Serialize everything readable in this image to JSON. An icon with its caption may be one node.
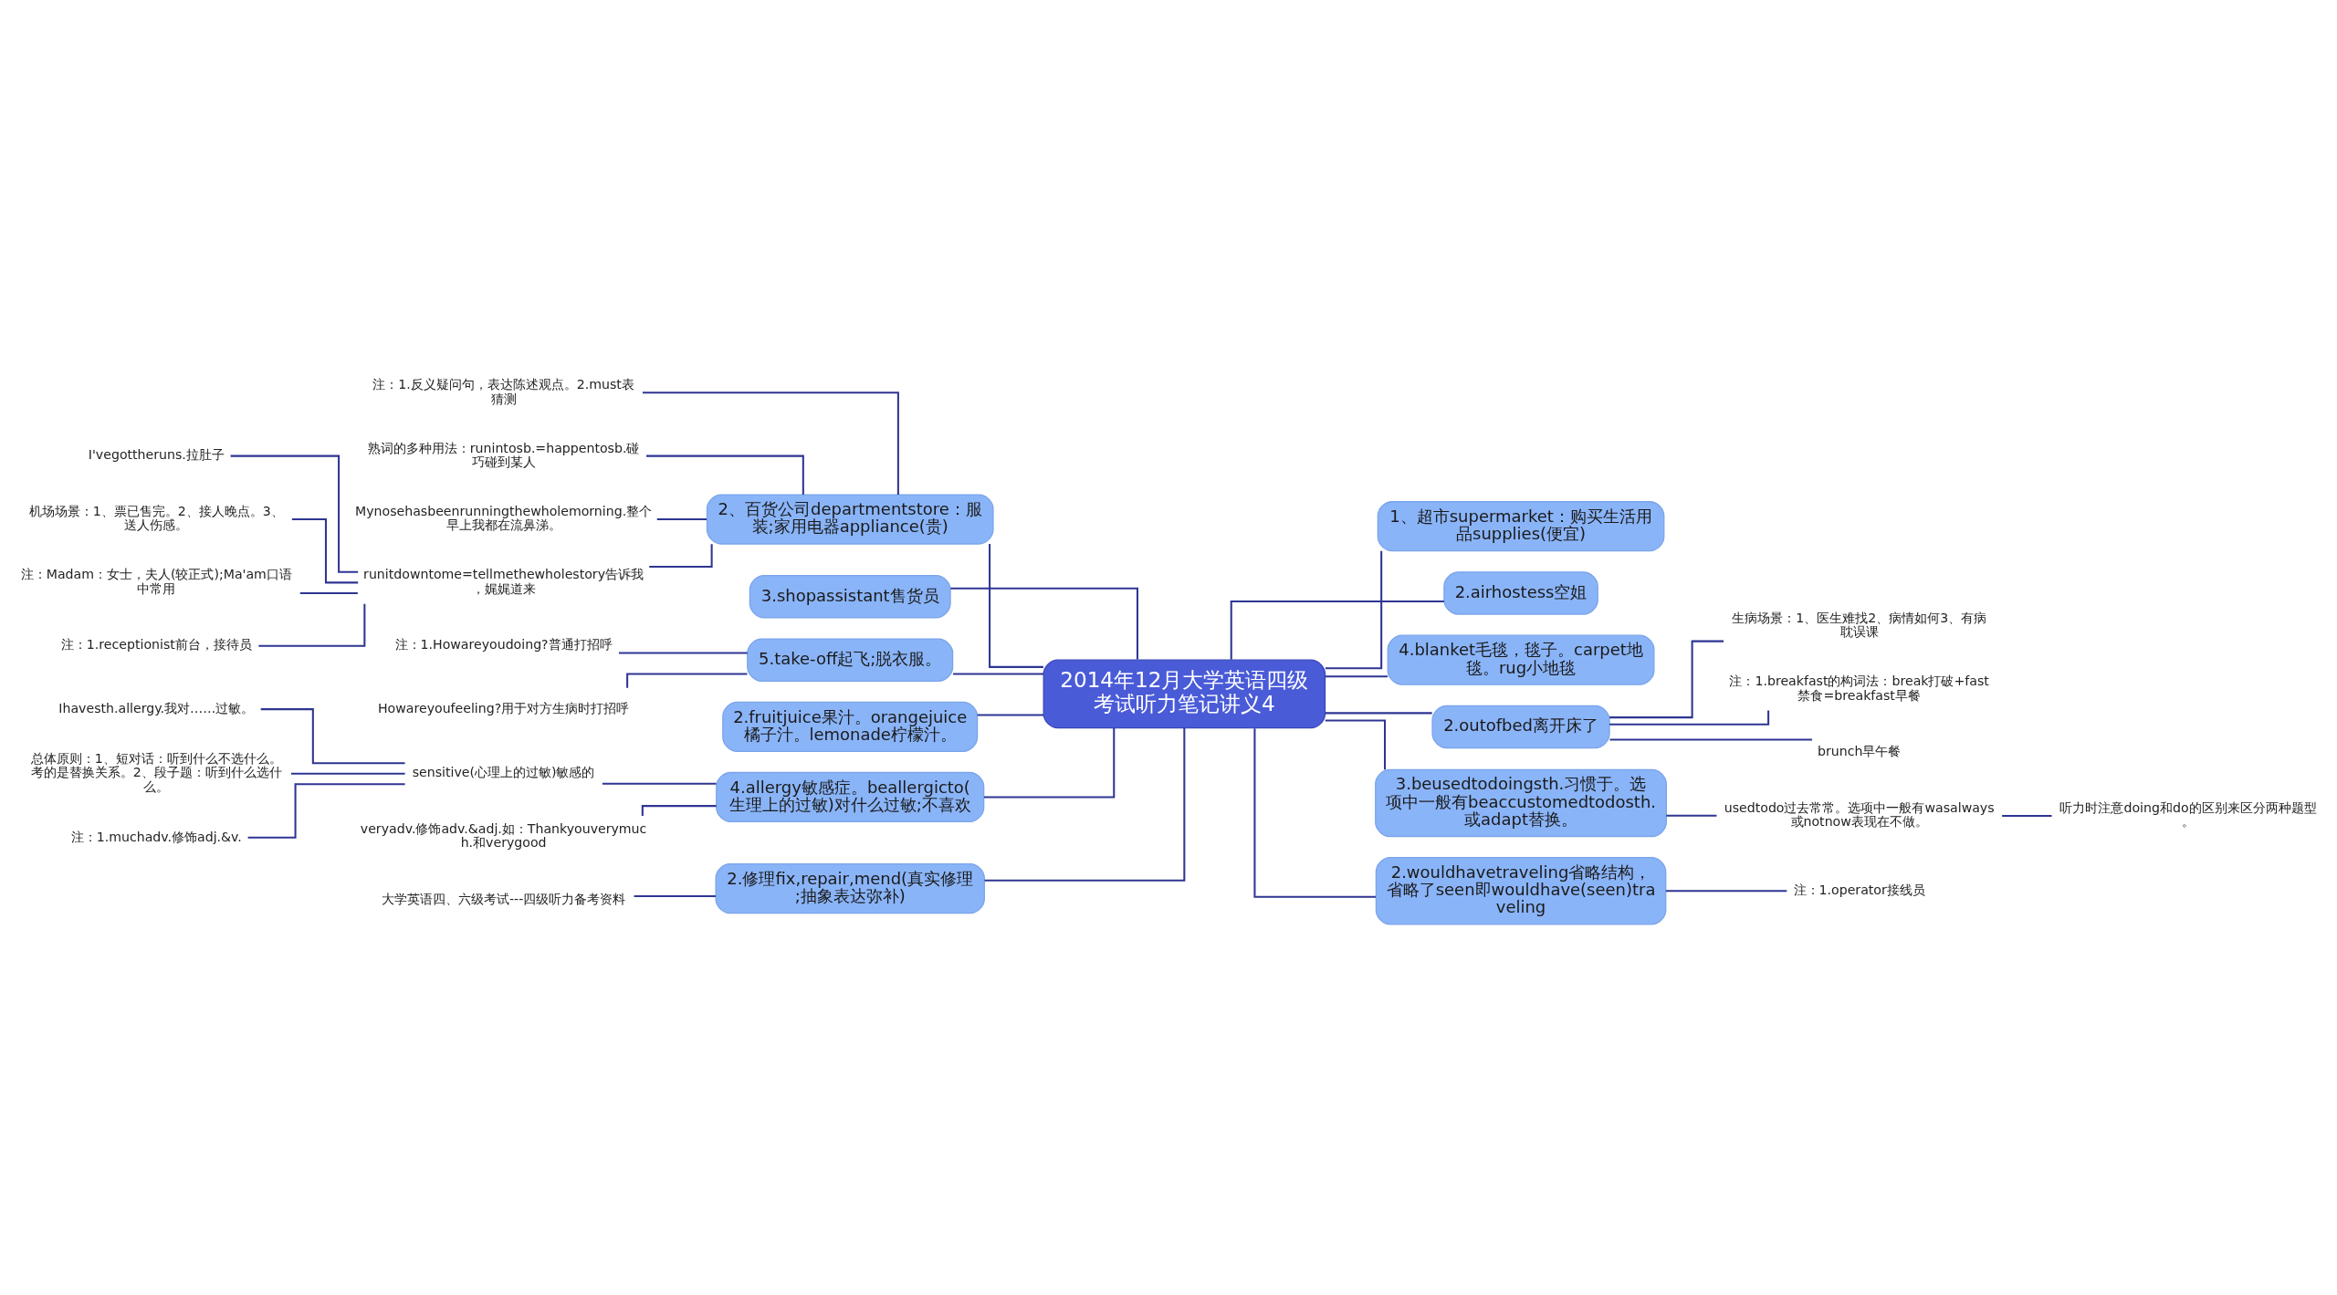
{
  "diagram": {
    "nodes": [
      {
        "text": [
          "2014年12月大学英语四级考试听力笔记讲义4"
        ]
      },
      {
        "text": [
          "1、超市supermarket：购买生活用品supplies(便宜)"
        ]
      },
      {
        "text": [
          "2.airhostess空姐"
        ]
      },
      {
        "text": [
          "4.blanket毛毯，毯子。carpet地毯。rug小地毯"
        ]
      },
      {
        "text": [
          "2.outofbed离开床了"
        ]
      },
      {
        "text": [
          "生病场景：1、医生难找2、病情如何3、有病耽误课"
        ]
      },
      {
        "text": [
          "注：1.breakfast的构词法：break打破+fast禁食=breakfast早餐"
        ]
      },
      {
        "text": [
          "brunch早午餐"
        ]
      },
      {
        "text": [
          "3.beusedtodoingsth.习惯于。选项中一般有beaccustomedtodosth.或adapt替换。"
        ]
      },
      {
        "text": [
          "usedtodo过去常常。选项中一般有wasalways或notnow表现在不做。"
        ]
      },
      {
        "text": [
          "听力时注意doing和do的区别来区分两种题型。"
        ]
      },
      {
        "text": [
          "2.wouldhavetraveling省略结构，省略了seen即wouldhave(seen)traveling"
        ]
      },
      {
        "text": [
          "注：1.operator接线员"
        ]
      },
      {
        "text": [
          "2、百货公司departmentstore：服装;家用电器appliance(贵)"
        ]
      },
      {
        "text": [
          "注：1.反义疑问句，表达陈述观点。2.must表猜测"
        ]
      },
      {
        "text": [
          "熟词的多种用法：runintosb.=happentosb.碰巧碰到某人"
        ]
      },
      {
        "text": [
          "Mynosehasbeenrunningthewholemorning.整个早上我都在流鼻涕。"
        ]
      },
      {
        "text": [
          "runitdowntome=tellmethewholestory告诉我，娓娓道来"
        ]
      },
      {
        "text": [
          "I'vegottheruns.拉肚子"
        ]
      },
      {
        "text": [
          "机场场景：1、票已售完。2、接人晚点。3、送人伤感。"
        ]
      },
      {
        "text": [
          "注：Madam：女士，夫人(较正式);Ma'am口语中常用"
        ]
      },
      {
        "text": [
          "注：1.receptionist前台，接待员"
        ]
      },
      {
        "text": [
          "3.shopassistant售货员"
        ]
      },
      {
        "text": [
          "5.take-off起飞;脱衣服。"
        ]
      },
      {
        "text": [
          "注：1.Howareyoudoing?普通打招呼"
        ]
      },
      {
        "text": [
          "Howareyoufeeling?用于对方生病时打招呼"
        ]
      },
      {
        "text": [
          "2.fruitjuice果汁。orangejuice橘子汁。lemonade柠檬汁。"
        ]
      },
      {
        "text": [
          "4.allergy敏感症。beallergicto(生理上的过敏)对什么过敏;不喜欢"
        ]
      },
      {
        "text": [
          "sensitive(心理上的过敏)敏感的"
        ]
      },
      {
        "text": [
          "Ihavesth.allergy.我对……过敏。"
        ]
      },
      {
        "text": [
          "总体原则：1、短对话：听到什么不选什么。考的是替换关系。2、段子题：听到什么选什么。"
        ]
      },
      {
        "text": [
          "注：1.muchadv.修饰adj.&v."
        ]
      },
      {
        "text": [
          "veryadv.修饰adv.&adj.如：Thankyouverymuch.和verygood"
        ]
      },
      {
        "text": [
          "2.修理fix,repair,mend(真实修理;抽象表达弥补)"
        ]
      },
      {
        "text": [
          "大学英语四、六级考试---四级听力备考资料"
        ]
      }
    ],
    "edges": [
      {
        "from": 0,
        "to": 1,
        "arrow": "none"
      },
      {
        "from": 0,
        "to": 2,
        "arrow": "none"
      },
      {
        "from": 0,
        "to": 3,
        "arrow": "none"
      },
      {
        "from": 0,
        "to": 4,
        "arrow": "none"
      },
      {
        "from": 4,
        "to": 5,
        "arrow": "none"
      },
      {
        "from": 4,
        "to": 6,
        "arrow": "none"
      },
      {
        "from": 4,
        "to": 7,
        "arrow": "none"
      },
      {
        "from": 0,
        "to": 8,
        "arrow": "none"
      },
      {
        "from": 8,
        "to": 9,
        "arrow": "none"
      },
      {
        "from": 9,
        "to": 10,
        "arrow": "none"
      },
      {
        "from": 0,
        "to": 11,
        "arrow": "none"
      },
      {
        "from": 11,
        "to": 12,
        "arrow": "none"
      },
      {
        "from": 0,
        "to": 13,
        "arrow": "none"
      },
      {
        "from": 13,
        "to": 14,
        "arrow": "none"
      },
      {
        "from": 13,
        "to": 15,
        "arrow": "none"
      },
      {
        "from": 13,
        "to": 16,
        "arrow": "none"
      },
      {
        "from": 13,
        "to": 17,
        "arrow": "none"
      },
      {
        "from": 17,
        "to": 18,
        "arrow": "none"
      },
      {
        "from": 17,
        "to": 19,
        "arrow": "none"
      },
      {
        "from": 17,
        "to": 20,
        "arrow": "none"
      },
      {
        "from": 17,
        "to": 21,
        "arrow": "none"
      },
      {
        "from": 0,
        "to": 22,
        "arrow": "none"
      },
      {
        "from": 0,
        "to": 23,
        "arrow": "none"
      },
      {
        "from": 23,
        "to": 24,
        "arrow": "none"
      },
      {
        "from": 23,
        "to": 25,
        "arrow": "none"
      },
      {
        "from": 0,
        "to": 26,
        "arrow": "none"
      },
      {
        "from": 0,
        "to": 27,
        "arrow": "none"
      },
      {
        "from": 27,
        "to": 28,
        "arrow": "none"
      },
      {
        "from": 28,
        "to": 29,
        "arrow": "none"
      },
      {
        "from": 28,
        "to": 30,
        "arrow": "none"
      },
      {
        "from": 28,
        "to": 31,
        "arrow": "none"
      },
      {
        "from": 27,
        "to": 32,
        "arrow": "none"
      },
      {
        "from": 0,
        "to": 33,
        "arrow": "none"
      },
      {
        "from": 33,
        "to": 34,
        "arrow": "none"
      }
    ]
  }
}
